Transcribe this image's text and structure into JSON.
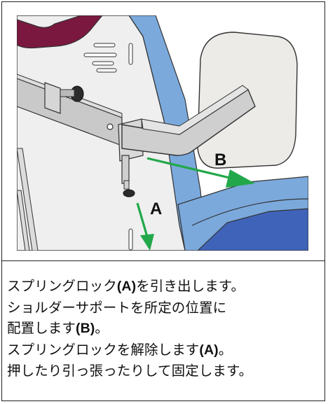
{
  "figure": {
    "callout_a": "A",
    "callout_b": "B",
    "arrow_color": "#22a84a",
    "chair_color": "#7ba9dc",
    "seat_color": "#3f63b8",
    "handle_color": "#7a1840"
  },
  "instructions": {
    "line1_text": "スプリングロック",
    "line1_ref": "(A)",
    "line1_rest": "を引き出します。",
    "line2_text": "ショルダーサポートを所定の位置に",
    "line3_text": "配置します",
    "line3_ref": "(B)",
    "line3_rest": "。",
    "line4_text": "スプリングロックを解除します",
    "line4_ref": "(A)",
    "line4_rest": "。",
    "line5_text": "押したり引っ張ったりして固定します。"
  }
}
